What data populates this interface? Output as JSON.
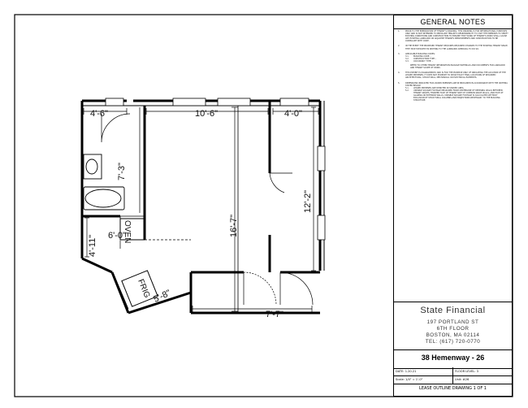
{
  "notes": {
    "heading": "GENERAL NOTES",
    "items": [
      {
        "num": "1.",
        "text": "PRIOR TO THE PREPARATION OF TENANT'S DRAWING, THIS DRAWING IS FOR INFORMATIONAL PURPOSES ONLY AND IS NOT INTENDED TO PRECLUDE TENANT'S RESPONSIBILITY TO VISIT THE PREMISES TO VERIFY EXISTING CONDITIONS AND CONSTRUCTION TO ENSURE THAT WORK OF TENANT'S WORK SHALL CAUSE ANY EXISTING LANDLORD OR ADJACENT TENANTS IMPROVEMENTS AND CONSTRUCTION TO BE COMPLIANT WITH CODE."
      },
      {
        "num": "2.",
        "text": "IN THE EVENT THE PROPOSED TENANT REQUIRES REQUIRED CHANGES TO THE EXISTING TENANT SPACE, THEY MUST REQUEST IN WRITING TO THE LANDLORD APPROVAL TO DO SO."
      },
      {
        "num": "3.",
        "text": "APPLICABLE BUILDING CODES:",
        "subs": [
          {
            "num": "3.1.",
            "text": "BUILDING CODE: -"
          },
          {
            "num": "3.2.",
            "text": "CONSTRUCTION TYPE: -"
          },
          {
            "num": "3.3.",
            "text": "OCCUPANCY TYPE: -"
          }
        ],
        "after": "REFER TO OTHER TENANT INFORMATION PACKAGE MATERIALS AND DOCUMENTS FOR LANDLORD AND TENANT SCOPE OF WORK."
      },
      {
        "num": "4.",
        "text": "THIS EXHIBIT IS DIAGRAMMATIC AND IS FOR THE PURPOSE ONLY OF INDICATING THE LOCATION OF THE LEASED PREMISES. IT DOES NOT PURPORT TO SHOW EXACT FINAL LOCATIONS OF REQUIRED ARCHITECTURAL, STRUCTURAL, MECHANICAL OR ELECTRICAL ELEMENTS."
      },
      {
        "num": "5.",
        "text": "DIMENSIONS INDICATED FOR LEASED PREMISES ARE IN MEASURED IN ACCORDANCE WITH THE CRITERIA STATED BELOW:",
        "subs": [
          {
            "num": "5.1.",
            "text": "LEASED PREMISES ARE DENOTED IN SHADED AREA."
          },
          {
            "num": "5.2.",
            "text": "USEABLE SQUARE FOOTAGE MEASURED FROM CENTERLINE OF DEMISING WALLS BETWEEN TENANT SPACES, FINISHED FACE OF TENANT SIDE OF COMMON SPACE WALLS, AND FACE OF GLAZING OR EXTERIOR WALLS. USEABLE SQUARE FOOTAGE IS CALCULATED WITHOUT EXCLUSION OF STRUCTURAL COLUMNS AND PROJECTIONS NECESSARY TO THE BUILDING STRUCTURE."
          }
        ]
      }
    ]
  },
  "company": {
    "name": "State Financial",
    "address_lines": [
      "197 PORTLAND ST",
      "6TH FLOOR",
      "BOSTON, MA 02114",
      "TEL: (617) 720-0770"
    ]
  },
  "project": {
    "title": "38 Hemenway - 26",
    "date_label": "DATE: 1.20.21",
    "floor_label": "FLOOR LEVEL: 3",
    "scale_label": "Scale: 1/4\" = 1'-0\"",
    "unit_label": "Unit: #26"
  },
  "sheet_caption": "LEASE OUTLINE DRAWING 1 OF 1",
  "plan": {
    "dims": {
      "top_left": "4'-6\"",
      "top_mid": "10'-6\"",
      "top_right": "4'-0\"",
      "bath_vert": "7'-3\"",
      "right_vert": "12'-2\"",
      "center_vert": "16'-7\"",
      "kitchen_mid": "6'-0\"",
      "left_vert": "4'-11\"",
      "angled": "5'-8\"",
      "bottom": "7'-7\""
    },
    "labels": {
      "oven": "OVEN",
      "fridge": "FRIG"
    }
  }
}
